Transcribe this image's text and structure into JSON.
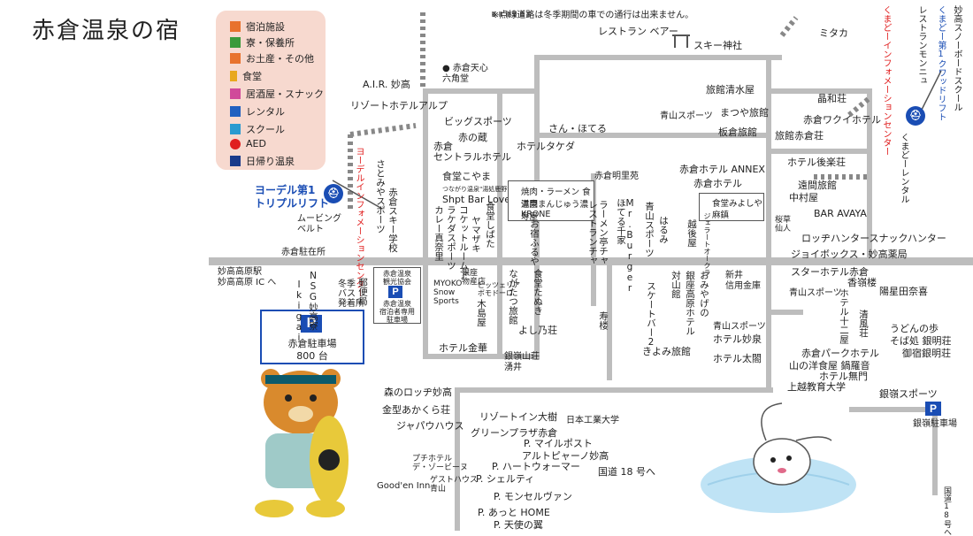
{
  "title": "赤倉温泉の宿",
  "note": "※点線道路は冬季期間の車での通行は出来ません。",
  "legend": {
    "items": [
      {
        "label": "宿泊施設",
        "icon": "lodging-icon",
        "color": "#e8722d"
      },
      {
        "label": "寮・保養所",
        "icon": "dormitory-icon",
        "color": "#3a9a3a"
      },
      {
        "label": "お土産・その他",
        "icon": "souvenir-icon",
        "color": "#e8722d"
      },
      {
        "label": "食堂",
        "icon": "restaurant-icon",
        "color": "#e8a81d"
      },
      {
        "label": "居酒屋・スナック",
        "icon": "bar-icon",
        "color": "#d04a9a"
      },
      {
        "label": "レンタル",
        "icon": "rental-icon",
        "color": "#2060c0"
      },
      {
        "label": "スクール",
        "icon": "ski-school-icon",
        "color": "#2a9ad0"
      },
      {
        "label": "AED",
        "icon": "aed-icon",
        "color": "#e02020"
      },
      {
        "label": "日帰り温泉",
        "icon": "hot-spring-icon",
        "color": "#1a3a8a"
      }
    ]
  },
  "lifts": {
    "yodel": "ヨーデル第1\nトリプルリフト",
    "kumadoh": "くまどー第1クワッドリフト",
    "myoko_snow": "妙高スノーボードスクール",
    "restaurant_monnie": "レストランモンニュ",
    "yodel_info": "ヨーデルインフォメーションセンター",
    "kumadoh_info": "くまどーインフォメーションセンター",
    "kumadoh_rental": "くまどーレンタル",
    "moving_belt": "ムービングベルト"
  },
  "parking": {
    "main_label": "赤倉駐車場",
    "main_capacity": "800 台",
    "ginrei": "銀嶺駐車場",
    "guests_only": "赤倉温泉\n宿泊者専用\n駐車場",
    "tourist_assoc": "赤倉温泉\n観光協会"
  },
  "roads": {
    "myoko_ic": "妙高高原駅\n妙高高原 IC へ",
    "route18": "国道 18 号へ",
    "route18_right": "国道18号へ",
    "akakura_stop": "赤倉駐在所"
  },
  "places": {
    "air_myoko": "A.I.R. 妙高",
    "resort_alp": "リゾートホテルアルプ",
    "akakura_tenshin": "● 赤倉天心\n六角堂",
    "bigs_sports": "ビッグスポーツ",
    "akanokura": "赤の蔵",
    "central_hotel": "赤倉\nセントラルホテル",
    "shokudo_koyama": "食堂こやま",
    "tsunagari_ryokan": "つながり温泉\"湯処鹿野\"",
    "shpt_bar": "Shpt Bar Love",
    "san_hoteru": "さん・ほてる",
    "hotel_takeda": "ホテルタケダ",
    "restaurant_bear": "レストラン ベアー",
    "ski_shrine": "スキー神社",
    "mitaka": "ミタカ",
    "ryokan_shimizuya": "旅館清水屋",
    "aoyama_sports": "青山スポーツ",
    "matsuya": "まつや旅館",
    "itakura": "板倉旅館",
    "akinawa": "晶和荘",
    "hotel_waiwai": "赤倉ワクイホテル",
    "ryokan_akakura": "旅館赤倉荘",
    "hotel_korakuso": "ホテル後楽荘",
    "hotel_annex": "赤倉ホテル ANNEX",
    "akakura_hotel": "赤倉ホテル",
    "tomei": "遠間旅館",
    "nakamura": "中村屋",
    "bar_avaya": "BAR AVAYA",
    "lodge_hunter": "ロッヂハンタースナックハンター",
    "joy_box": "ジョイボックス・妙高薬局",
    "star_hotel": "スターホテル赤倉",
    "kosakuso": "香嶺楼",
    "aoyama_sports2": "青山スポーツ",
    "yonnaso": "陽星田奈喜",
    "hotel_juniya": "ホテル十二屋",
    "kiyokaze": "清風荘",
    "udon": "うどんの歩",
    "soba": "そば処 銀明荘",
    "ginmeiso": "御宿銀明荘",
    "akakura_park": "赤倉パークホテル",
    "yamanoyo": "山の洋食屋 鍋羅音",
    "hotel_mumon": "ホテル無門",
    "joetsu_univ": "上越教育大学",
    "ginrei_sports": "銀嶺スポーツ",
    "aoyama_sports3": "青山スポーツ",
    "hotel_myoko": "ホテル妙泉",
    "hotel_taiko": "ホテル太閤",
    "kiyomi": "きよみ旅館",
    "kotobuki": "寿楼",
    "shinei": "新井\n信用金庫",
    "akakura_meiri": "赤倉明里苑",
    "yakiniku": "焼肉・ラーメン 食道園",
    "onsen_manju": "温泉まんじゅう濃寿屋",
    "krone": "KRONE",
    "shokudo_miyoshiya": "食堂みよしや",
    "mabo": "麻鎮",
    "sakura_tsuyukusa": "桜草\n仙人",
    "hotel_kinkakuso": "ホテル金華",
    "ginrei_yamaso": "銀嶺山荘\n湧井",
    "yoshinoso": "よし乃荘",
    "hakuba": "木島屋",
    "myoko_snow_sports": "MYOKO\nSnow\nSports",
    "ginza_bussankan": "銀座\n物産店",
    "pizza": "ピッツェリア\nボモドーロ",
    "morino_lodge": "森のロッヂ妙高",
    "akakura_so": "金型あかくら荘",
    "jabawa": "ジャパウハウス",
    "resort_inn": "リゾートイン大樹",
    "green_plaza": "グリーンプラザ赤倉",
    "japan_sports_univ": "日本工業大学",
    "p_mailbox": "P. マイルポスト",
    "alto_piano": "アルトピャーノ妙高",
    "p_heartwarmer": "P. ハートウォーマー",
    "p_shelty": "P. シェルティ",
    "p_monselvan": "P. モンセルヴァン",
    "p_atto_home": "P. あっと HOME",
    "p_tenshi": "P. 天使の翼",
    "puchi_hotel": "プチホテル\nデ・ゾービーヌ",
    "guest_house": "ゲストハウス\n青山",
    "good_en_inn": "Good'en Inn",
    "post_office": "郵便局",
    "winter_bus": "冬季\nバス\n発着所",
    "skate_bar": "スケートバー2",
    "hotel_mitsuya": "ホテル十二屋"
  },
  "vertical_labels": [
    "さとみやスポーツ",
    "赤倉スキー学校",
    "カレー真奈里",
    "ラケダスポーツ",
    "コケットルームア",
    "ヤマザキ",
    "食堂しばた",
    "お宿ふるや",
    "ほてる千家",
    "Mr.Burger",
    "レストランチャ",
    "ラーメン亭チャ",
    "青山スポーツ",
    "はるみ",
    "越後屋",
    "ジェラートオークラ",
    "ながたつ旅館",
    "食堂たぬき",
    "対山館",
    "銀座高原ホテル",
    "おみやげの",
    "NSG妙高寮",
    "Ikigai"
  ],
  "colors": {
    "road": "#b9b9b9",
    "accent": "#e8722d",
    "blue": "#1a4db4",
    "legend_bg": "#f7d9cf"
  }
}
